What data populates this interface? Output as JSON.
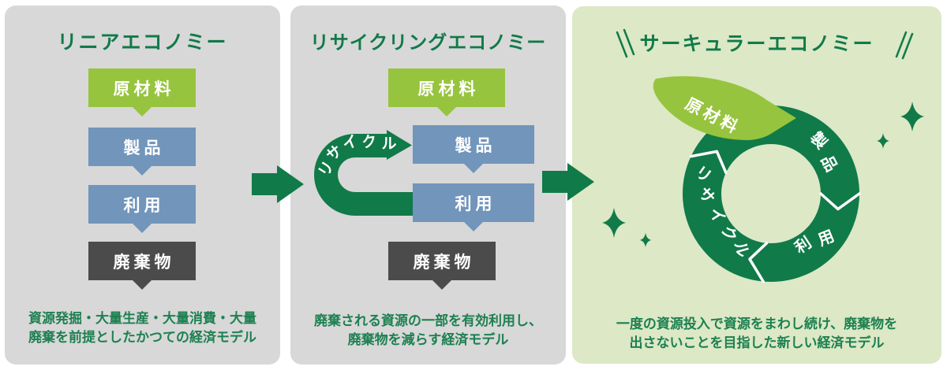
{
  "colors": {
    "dark_green": "#117a49",
    "light_green": "#97c43e",
    "steel_blue": "#7195bb",
    "dark_gray_box": "#4b4b4b",
    "panel_gray": "#d8d8d8",
    "panel_light_green": "#dce8c6",
    "description_text_green": "#1d8050",
    "box_text": "#ffffff"
  },
  "panels": [
    {
      "title": "リニアエコノミー",
      "steps": [
        {
          "label": "原材料"
        },
        {
          "label": "製品"
        },
        {
          "label": "利用"
        },
        {
          "label": "廃棄物"
        }
      ],
      "description_lines": [
        "資源発掘・大量生産・大量消費・大量",
        "廃棄を前提としたかつての経済モデル"
      ]
    },
    {
      "title": "リサイクリングエコノミー",
      "steps": [
        {
          "label": "原材料"
        },
        {
          "label": "製品"
        },
        {
          "label": "利用"
        },
        {
          "label": "廃棄物"
        }
      ],
      "loop_label": "リサイクル",
      "loop_chars": [
        "リ",
        "サ",
        "イ",
        "ク",
        "ル"
      ],
      "description_lines": [
        "廃棄される資源の一部を有効利用し、",
        "廃棄物を減らす経済モデル"
      ]
    },
    {
      "title": "サーキュラーエコノミー",
      "ring": {
        "raw_material": "原材料",
        "product_chars": [
          "製",
          "品"
        ],
        "use_chars": [
          "利",
          "用"
        ],
        "recycle_chars": [
          "リ",
          "サ",
          "イ",
          "ク",
          "ル"
        ]
      },
      "description_lines": [
        "一度の資源投入で資源をまわし続け、廃棄物を",
        "出さないことを目指した新しい経済モデル"
      ]
    }
  ]
}
